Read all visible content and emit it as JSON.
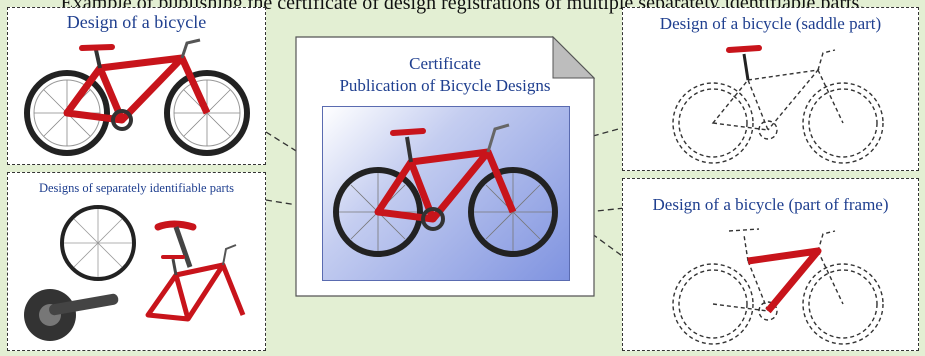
{
  "top_caption": "Example of publishing the certificate of design registrations of multiple separately identifiable parts.",
  "panels": {
    "whole_bike": {
      "title": "Design of a bicycle"
    },
    "separate_parts": {
      "title": "Designs of separately identifiable parts"
    },
    "saddle_part": {
      "title": "Design of a bicycle (saddle part)"
    },
    "frame_part": {
      "title": "Design of a bicycle (part of frame)"
    }
  },
  "certificate": {
    "line1": "Certificate",
    "line2": "Publication of Bicycle Designs"
  },
  "colors": {
    "background": "#e3efd3",
    "title_blue": "#1f3f8f",
    "frame_red": "#c8141b",
    "certificate_blue": "#7f93e0"
  },
  "icons": [
    "bicycle-icon",
    "wheel-icon",
    "seatpost-icon",
    "crankset-icon",
    "frame-icon",
    "certificate-document-icon"
  ]
}
